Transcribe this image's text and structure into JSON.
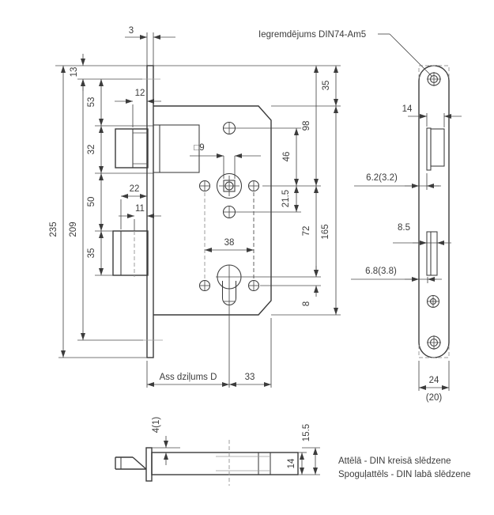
{
  "notes": {
    "countersink": "Iegremdējums DIN74-Am5",
    "view_note_line1": "Attēlā - DIN kreisā slēdzene",
    "view_note_line2": "Spoguļattēls - DIN labā slēdzene"
  },
  "front_view": {
    "dims": {
      "plate_thickness": "3",
      "top_to_screw": "13",
      "screw_to_latch": "53",
      "latch_height": "32",
      "latch_to_bolt": "50",
      "bolt_height": "35",
      "plate_length": "235",
      "screw_spacing": "209",
      "bolt_span": "22",
      "bolt_axis": "11",
      "latch_width": "12",
      "spindle_square": "□9",
      "hole_spacing": "38",
      "plate_top_to_case": "35",
      "top_to_spindle": "98",
      "spindle_to_top_hole": "46",
      "spindle_to_bottom_hole": "21.5",
      "case_height": "165",
      "spindle_to_cylinder": "72",
      "cylinder_hole_offset": "8",
      "backset_label": "Ass dziļums D",
      "axis_to_back": "33"
    }
  },
  "plate_view": {
    "dims": {
      "latch_cutout_width": "14",
      "latch_cutout_offset": "6.2(3.2)",
      "bolt_cutout_width": "8.5",
      "bolt_cutout_offset": "6.8(3.8)",
      "plate_width": "24",
      "plate_width_alt": "(20)"
    }
  },
  "bottom_view": {
    "dims": {
      "latch_step": "4(1)",
      "overall_depth": "15.5",
      "case_depth": "14"
    }
  },
  "colors": {
    "line": "#3a3a3a",
    "dim": "#4a4a4a",
    "centerline": "#9a9a9a",
    "background": "#ffffff"
  }
}
